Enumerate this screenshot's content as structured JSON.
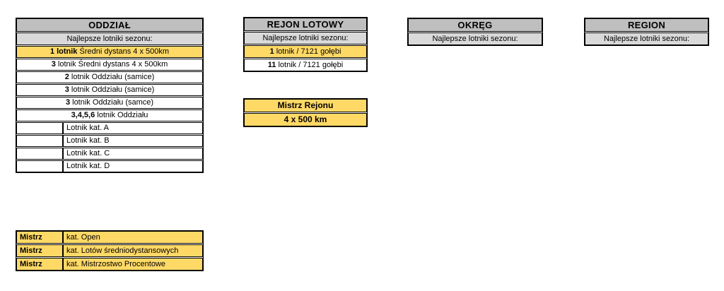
{
  "colors": {
    "header_bg": "#bfbfbf",
    "subheader_bg": "#d9d9d9",
    "highlight_bg": "#ffd966",
    "row_bg": "#ffffff",
    "border": "#000000"
  },
  "oddzial": {
    "title": "ODDZIAŁ",
    "subtitle": "Najlepsze lotniki sezonu:",
    "rows": [
      {
        "bold": "1 lotnik",
        "text": " Średni dystans 4 x 500km",
        "highlight": true
      },
      {
        "bold": "3",
        "text": " lotnik Średni dystans 4 x 500km",
        "highlight": false
      },
      {
        "bold": "2",
        "text": " lotnik Oddziału (samice)",
        "highlight": false
      },
      {
        "bold": "3",
        "text": " lotnik Oddziału (samice)",
        "highlight": false
      },
      {
        "bold": "3",
        "text": " lotnik Oddziału (samce)",
        "highlight": false
      },
      {
        "bold": "3,4,5,6",
        "text": " lotnik Oddziału",
        "highlight": false
      }
    ],
    "category_rows": [
      {
        "label": "Lotnik kat. A"
      },
      {
        "label": "Lotnik kat. B"
      },
      {
        "label": "Lotnik kat. C"
      },
      {
        "label": "Lotnik kat. D"
      }
    ]
  },
  "rejon": {
    "title": "REJON LOTOWY",
    "subtitle": "Najlepsze lotniki sezonu:",
    "rows": [
      {
        "bold": "1",
        "text": " lotnik  / 7121 gołębi",
        "highlight": true
      },
      {
        "bold": "11",
        "text": " lotnik  / 7121 gołębi",
        "highlight": false
      }
    ]
  },
  "mistrz_rejonu": {
    "line1": "Mistrz Rejonu",
    "line2": "4 x 500 km"
  },
  "okreg": {
    "title": "OKRĘG",
    "subtitle": "Najlepsze lotniki sezonu:"
  },
  "region": {
    "title": "REGION",
    "subtitle": "Najlepsze lotniki sezonu:"
  },
  "mistrz_table": {
    "rows": [
      {
        "label": "Mistrz",
        "category": "kat. Open"
      },
      {
        "label": "Mistrz",
        "category": "kat. Lotów średniodystansowych"
      },
      {
        "label": "Mistrz",
        "category": "kat. Mistrzostwo Procentowe"
      }
    ]
  }
}
